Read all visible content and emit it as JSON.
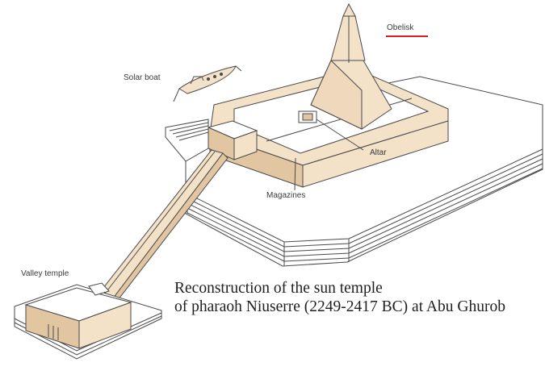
{
  "labels": {
    "obelisk": "Obelisk",
    "solar_boat": "Solar boat",
    "altar": "Altar",
    "magazines": "Magazines",
    "valley_temple": "Valley temple"
  },
  "caption": {
    "line1": "Reconstruction of the sun temple",
    "line2": "of pharaoh Niuserre (2249-2417 BC) at Abu Ghurob"
  },
  "colors": {
    "stone": "#f3e1c8",
    "stone_shadow": "#e2c6a2",
    "outline": "#4a4a4a",
    "accent": "#d62020"
  }
}
